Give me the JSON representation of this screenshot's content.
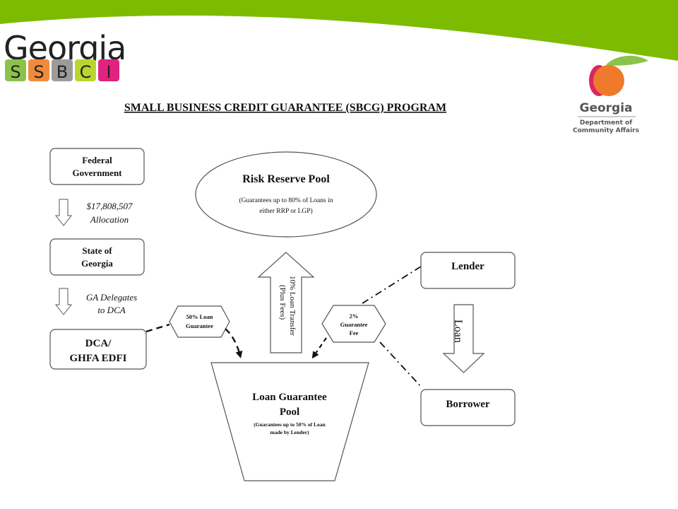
{
  "branding": {
    "logo_word": "Georgia",
    "logo_letters": [
      "S",
      "S",
      "B",
      "C",
      "I"
    ],
    "letter_colors": [
      "#8bc34a",
      "#f08a3c",
      "#9b9b9b",
      "#b9d530",
      "#e0237f"
    ],
    "banner_color": "#7cbb00",
    "dca_word": "Georgia",
    "dca_line1": "Department of",
    "dca_line2": "Community Affairs"
  },
  "title": "SMALL BUSINESS CREDIT GUARANTEE (SBCG) PROGRAM",
  "nodes": {
    "federal_l1": "Federal",
    "federal_l2": "Government",
    "allocation_l1": "$17,808,507",
    "allocation_l2": "Allocation",
    "state_l1": "State of",
    "state_l2": "Georgia",
    "delegates_l1": "GA Delegates",
    "delegates_l2": "to DCA",
    "dca_l1": "DCA/",
    "dca_l2": "GHFA EDFI",
    "risk_title": "Risk Reserve Pool",
    "risk_sub_l1": "(Guarantees up to 80% of Loans in",
    "risk_sub_l2": "either RRP or LGP)",
    "transfer_l1": "10% Loan Transfer",
    "transfer_l2": "(Plus Fees)",
    "loan50_l1": "50% Loan",
    "loan50_l2": "Guarantee",
    "fee_l1": "2%",
    "fee_l2": "Guarantee",
    "fee_l3": "Fee",
    "lender": "Lender",
    "loan": "Loan",
    "borrower": "Borrower",
    "lgp_title_l1": "Loan Guarantee",
    "lgp_title_l2": "Pool",
    "lgp_sub_l1": "(Guarantees up to 50% of Loan",
    "lgp_sub_l2": "made by Lender)"
  }
}
